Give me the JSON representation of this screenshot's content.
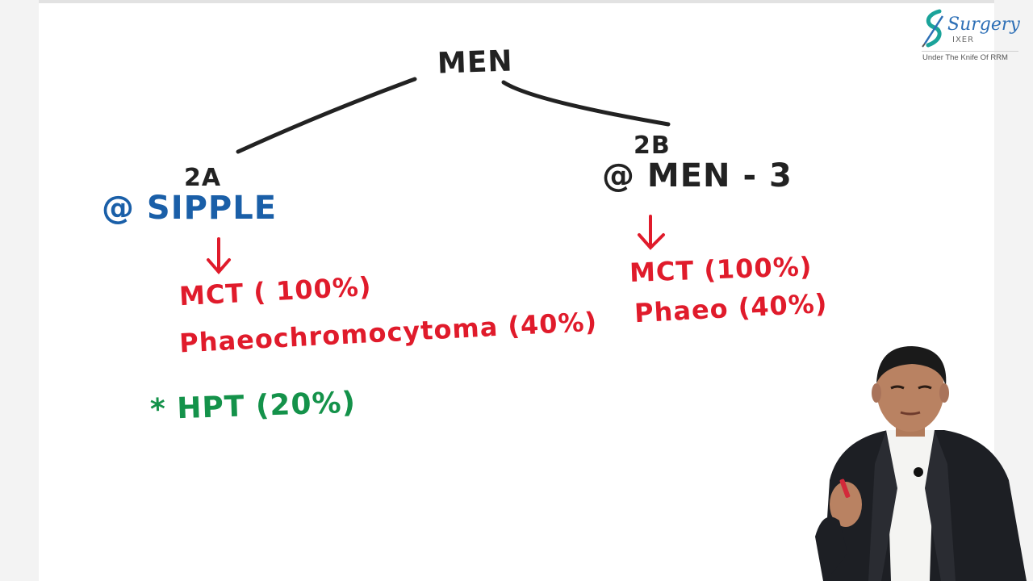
{
  "diagram": {
    "root": "MEN",
    "branches": [
      {
        "label": "2A",
        "alias": "@ SIPPLE",
        "items": [
          "MCT ( 100%)",
          "Phaeochromocytoma (40%)"
        ],
        "note": "* HPT (20%)"
      },
      {
        "label": "2B",
        "alias": "@ MEN - 3",
        "items": [
          "MCT (100%)",
          "Phaeo (40%)"
        ]
      }
    ],
    "arrow_glyph": "↓"
  },
  "logo": {
    "name": "Surgery",
    "sub": "IXER",
    "tagline": "Under The Knife Of RRM"
  },
  "colors": {
    "black_ink": "#222222",
    "blue_ink": "#1a5fa8",
    "red_ink": "#e01b2b",
    "green_ink": "#14924a",
    "logo_blue": "#2d6fb6",
    "logo_teal": "#1aa39a"
  }
}
